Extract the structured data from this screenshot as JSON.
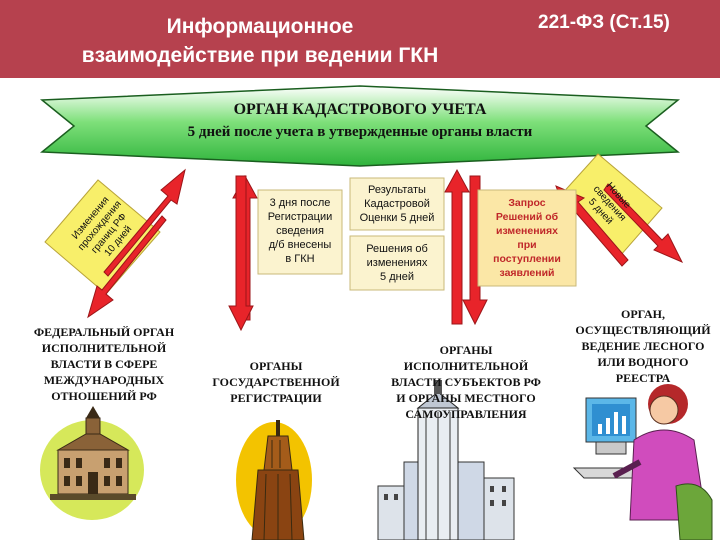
{
  "header": {
    "title_line1": "Информационное",
    "title_line2": "взаимодействие при ведении ГКН",
    "law": "221-ФЗ (Ст.15)"
  },
  "banner": {
    "line1": "ОРГАН КАДАСТРОВОГО УЧЕТА",
    "line2": "5 дней после учета в утвержденные органы власти"
  },
  "boxes": {
    "left_diamond": [
      "Изменения",
      "прохождения",
      "границ РФ",
      "10 дней"
    ],
    "right_diamond": [
      "Новые",
      "сведения",
      "5 дней"
    ],
    "registration": [
      "3 дня после",
      "Регистрации",
      "сведения",
      "д/б внесены",
      "в ГКН"
    ],
    "valuation": [
      "Результаты",
      "Кадастровой",
      "Оценки 5 дней"
    ],
    "decisions": [
      "Решения об",
      "изменениях",
      "5 дней"
    ],
    "request": [
      "Запрос",
      "Решений об",
      "изменениях",
      "при",
      "поступлении",
      "заявлений"
    ]
  },
  "organs": {
    "federal": [
      "ФЕДЕРАЛЬНЫЙ ОРГАН",
      "ИСПОЛНИТЕЛЬНОЙ",
      "ВЛАСТИ В СФЕРЕ",
      "МЕЖДУНАРОДНЫХ",
      "ОТНОШЕНИЙ РФ"
    ],
    "registration": [
      "ОРГАНЫ",
      "ГОСУДАРСТВЕННОЙ",
      "РЕГИСТРАЦИИ"
    ],
    "regional": [
      "ОРГАНЫ",
      "ИСПОЛНИТЕЛЬНОЙ",
      "ВЛАСТИ СУБЪЕКТОВ РФ",
      "И ОРГАНЫ МЕСТНОГО",
      "САМОУПРАВЛЕНИЯ"
    ],
    "forest": [
      "ОРГАН,",
      "ОСУЩЕСТВЛЯЮЩИЙ",
      "ВЕДЕНИЕ ЛЕСНОГО",
      "ИЛИ ВОДНОГО",
      "РЕЕСТРА"
    ]
  },
  "colors": {
    "header_bg": "#b6414e",
    "banner_green": "#7ee07a",
    "arrow_red": "#e8242a",
    "box_yellow": "#f8ef6a",
    "box_cream": "#fbf3cf",
    "request_text": "#c0282a"
  }
}
